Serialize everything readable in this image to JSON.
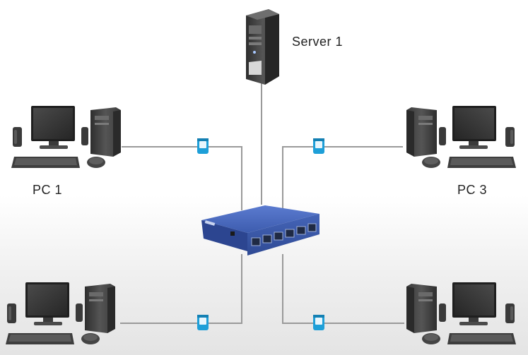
{
  "labels": {
    "server": "Server 1",
    "pc_left_top": "PC 1",
    "pc_right_top": "PC 3"
  },
  "colors": {
    "cable": "#9a9a9a",
    "connector": "#1e9fd8",
    "switch_body": "#3f5fae",
    "tower": "#4a4a4a",
    "monitor_screen": "#303030"
  },
  "nodes": [
    {
      "id": "server-1",
      "kind": "server-tower-icon"
    },
    {
      "id": "pc-1",
      "kind": "desktop-pc-icon"
    },
    {
      "id": "pc-3",
      "kind": "desktop-pc-icon"
    },
    {
      "id": "pc-bottom-left",
      "kind": "desktop-pc-icon"
    },
    {
      "id": "pc-bottom-right",
      "kind": "desktop-pc-icon"
    },
    {
      "id": "network-switch",
      "kind": "network-switch-icon"
    }
  ]
}
